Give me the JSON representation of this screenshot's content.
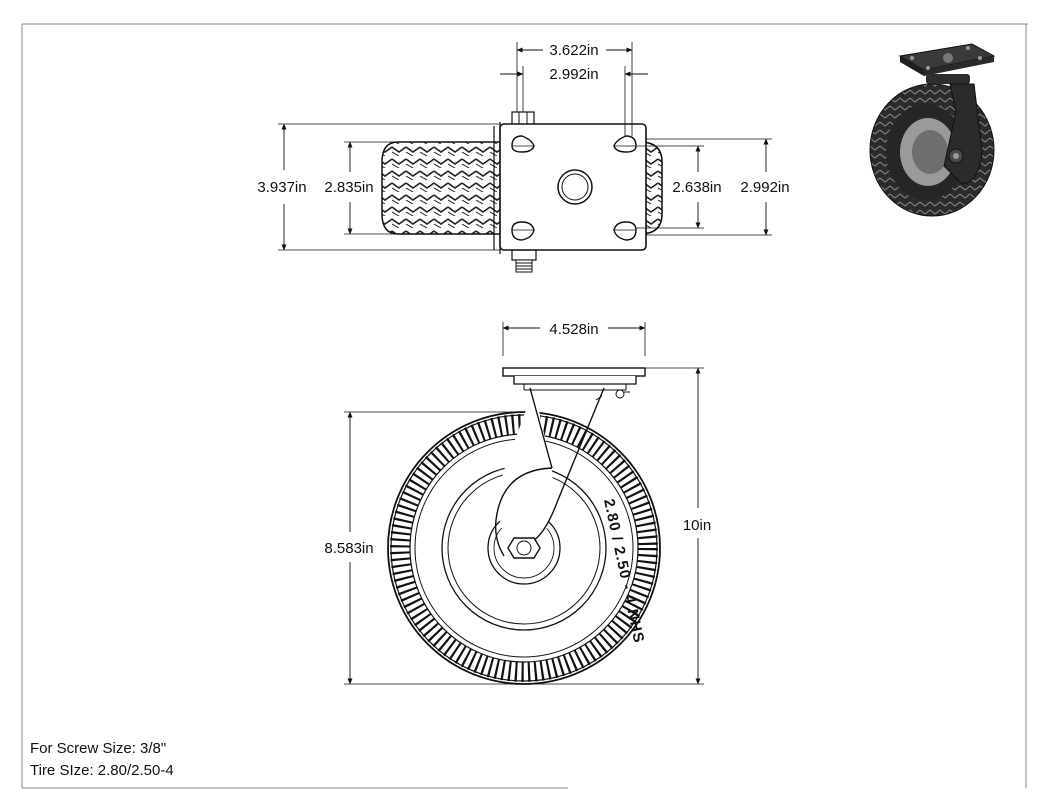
{
  "top_view": {
    "dim_plate_width": "3.622in",
    "dim_hole_spacing": "2.992in",
    "dim_overall_height": "3.937in",
    "dim_tire_width": "2.835in",
    "dim_hole_spacing_vertical": "2.638in",
    "dim_plate_height": "2.992in"
  },
  "side_view": {
    "dim_plate_length": "4.528in",
    "dim_wheel_diameter": "8.583in",
    "dim_overall_height": "10in",
    "tire_marking": "2.80 / 2.50 - 4 NHS"
  },
  "notes": {
    "screw_size": "For Screw Size: 3/8\"",
    "tire_size": "Tire SIze: 2.80/2.50-4"
  },
  "colors": {
    "line": "#111111",
    "frame": "#888888",
    "render_dark": "#2a2a2a",
    "render_hub": "#9a9a9a"
  }
}
